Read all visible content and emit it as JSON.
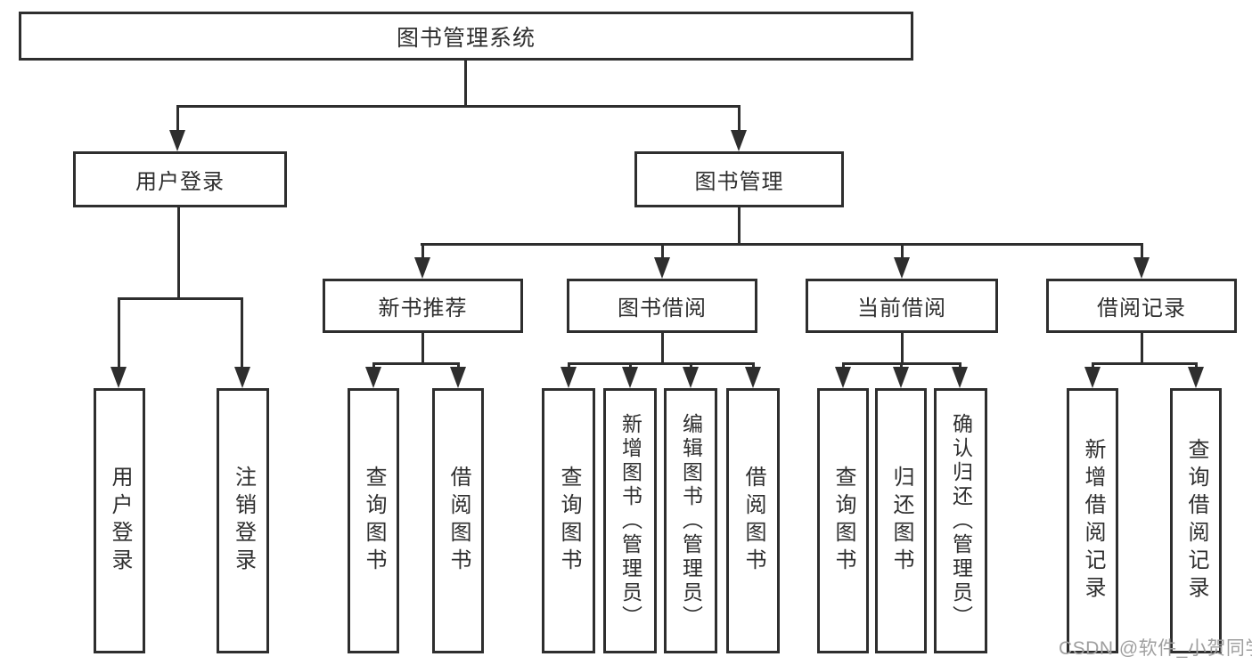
{
  "diagram_title": "图书管理系统",
  "colors": {
    "line": "#2e2e2e",
    "text": "#2f2f2f",
    "background": "#ffffff",
    "watermark": "#9f9f9f"
  },
  "nodes": {
    "root": {
      "label": "图书管理系统"
    },
    "user_login": {
      "label": "用户登录",
      "children": [
        "用户登录",
        "注销登录"
      ]
    },
    "book_mgmt": {
      "label": "图书管理"
    },
    "new_book": {
      "label": "新书推荐",
      "children": [
        "查询图书",
        "借阅图书"
      ]
    },
    "book_borrow": {
      "label": "图书借阅",
      "children": [
        "查询图书",
        "新增图书（管理员）",
        "编辑图书（管理员）",
        "借阅图书"
      ]
    },
    "current_borrow": {
      "label": "当前借阅",
      "children": [
        "查询图书",
        "归还图书",
        "确认归还（管理员）"
      ]
    },
    "borrow_record": {
      "label": "借阅记录",
      "children": [
        "新增借阅记录",
        "查询借阅记录"
      ]
    }
  },
  "watermark": "CSDN @软件_小贺同学"
}
